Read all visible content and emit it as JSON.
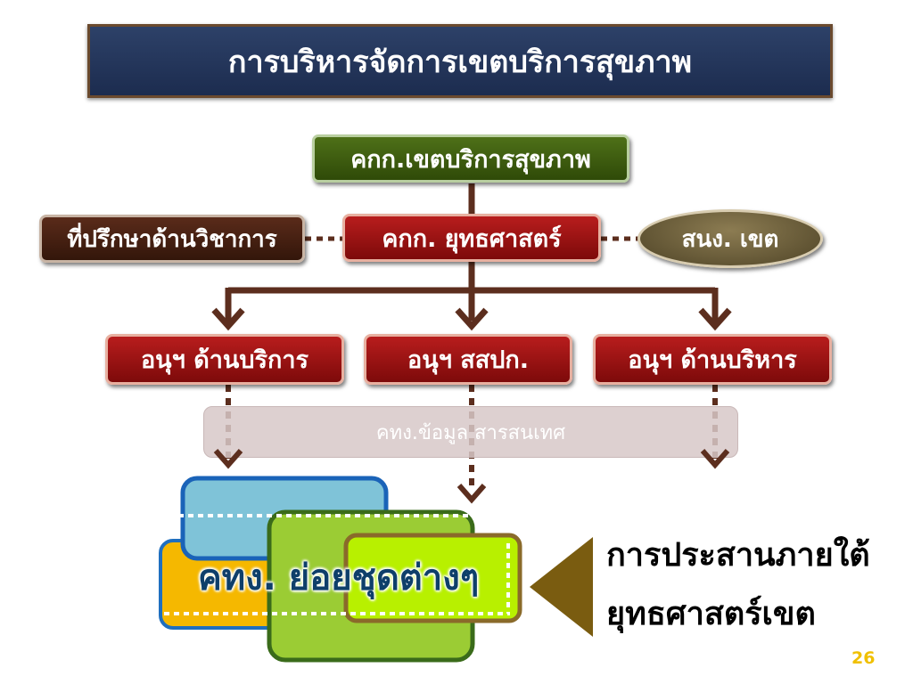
{
  "title": "การบริหารจัดการเขตบริการสุขภาพ",
  "nodes": {
    "top": "คกก.เขตบริการสุขภาพ",
    "strategy": "คกก. ยุทธศาสตร์",
    "advisor": "ที่ปรึกษาด้านวิชาการ",
    "office": "สนง. เขต",
    "sub_service": "อนุฯ ด้านบริการ",
    "sub_health": "อนุฯ สสปก.",
    "sub_admin": "อนุฯ ด้านบริหาร",
    "info_team": "คทง.ข้อมูล สารสนเทศ",
    "working_groups": "คทง. ย่อยชุดต่างๆ"
  },
  "caption": {
    "line1": "การประสานภายใต้",
    "line2": "ยุทธศาสตร์เขต"
  },
  "page_number": "26",
  "colors": {
    "title_bg": "#243559",
    "green_box": "#3f5e10",
    "red_box": "#9a1212",
    "brown_box": "#45200f",
    "connector": "#5c2e1e",
    "triangle": "#7a5c10",
    "page_number": "#f0c000"
  }
}
